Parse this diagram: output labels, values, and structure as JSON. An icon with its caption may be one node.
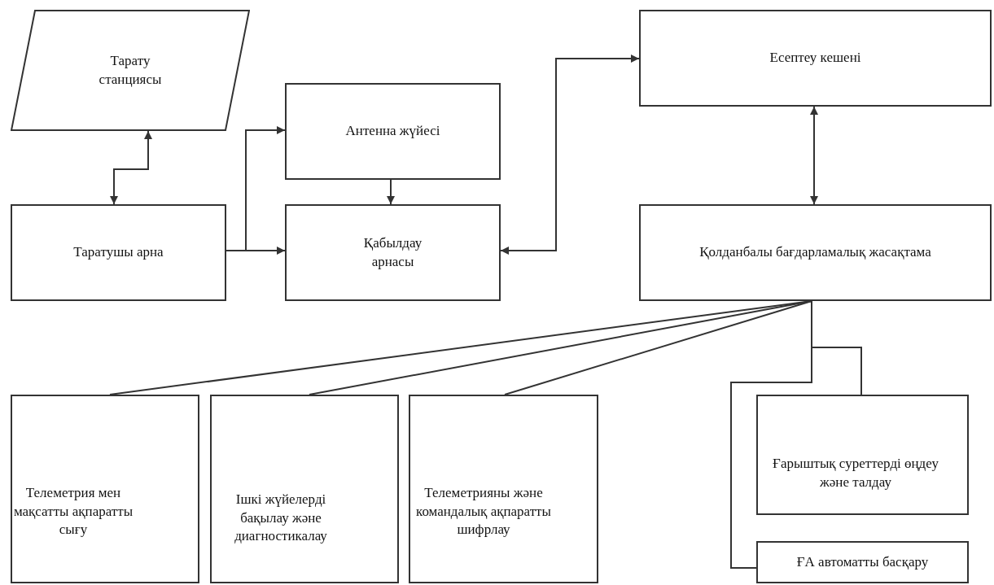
{
  "diagram": {
    "nodes": [
      {
        "text": [
          "Тарату станциясы"
        ]
      },
      {
        "text": [
          "Антенна жүйесі"
        ]
      },
      {
        "text": [
          "Таратушы арна"
        ]
      },
      {
        "text": [
          "Қабылдау арнасы"
        ]
      },
      {
        "text": [
          "Есептеу кешені"
        ]
      },
      {
        "text": [
          "Қолданбалы бағдарламалық жасақтама"
        ]
      },
      {
        "text": [
          "Телеметрия мен мақсатты ақпаратты сығу"
        ]
      },
      {
        "text": [
          "Ішкі жүйелерді бақылау және диагностикалау"
        ]
      },
      {
        "text": [
          "Телеметрияны және командалық ақпаратты шифрлау"
        ]
      },
      {
        "text": [
          "Ғарыштық суреттерді өңдеу және талдау"
        ]
      },
      {
        "text": [
          "ҒА автоматты басқару"
        ]
      }
    ],
    "edges": [
      {
        "from": 2,
        "to": 0,
        "arrow": "both"
      },
      {
        "from": 2,
        "to": 1,
        "arrow": "to"
      },
      {
        "from": 2,
        "to": 3,
        "arrow": "to"
      },
      {
        "from": 1,
        "to": 3,
        "arrow": "to"
      },
      {
        "from": 3,
        "to": 4,
        "arrow": "both"
      },
      {
        "from": 4,
        "to": 5,
        "arrow": "both"
      },
      {
        "from": 5,
        "to": 6,
        "arrow": "none"
      },
      {
        "from": 5,
        "to": 7,
        "arrow": "none"
      },
      {
        "from": 5,
        "to": 8,
        "arrow": "none"
      },
      {
        "from": 5,
        "to": 9,
        "arrow": "none"
      },
      {
        "from": 5,
        "to": 10,
        "arrow": "none"
      }
    ]
  }
}
